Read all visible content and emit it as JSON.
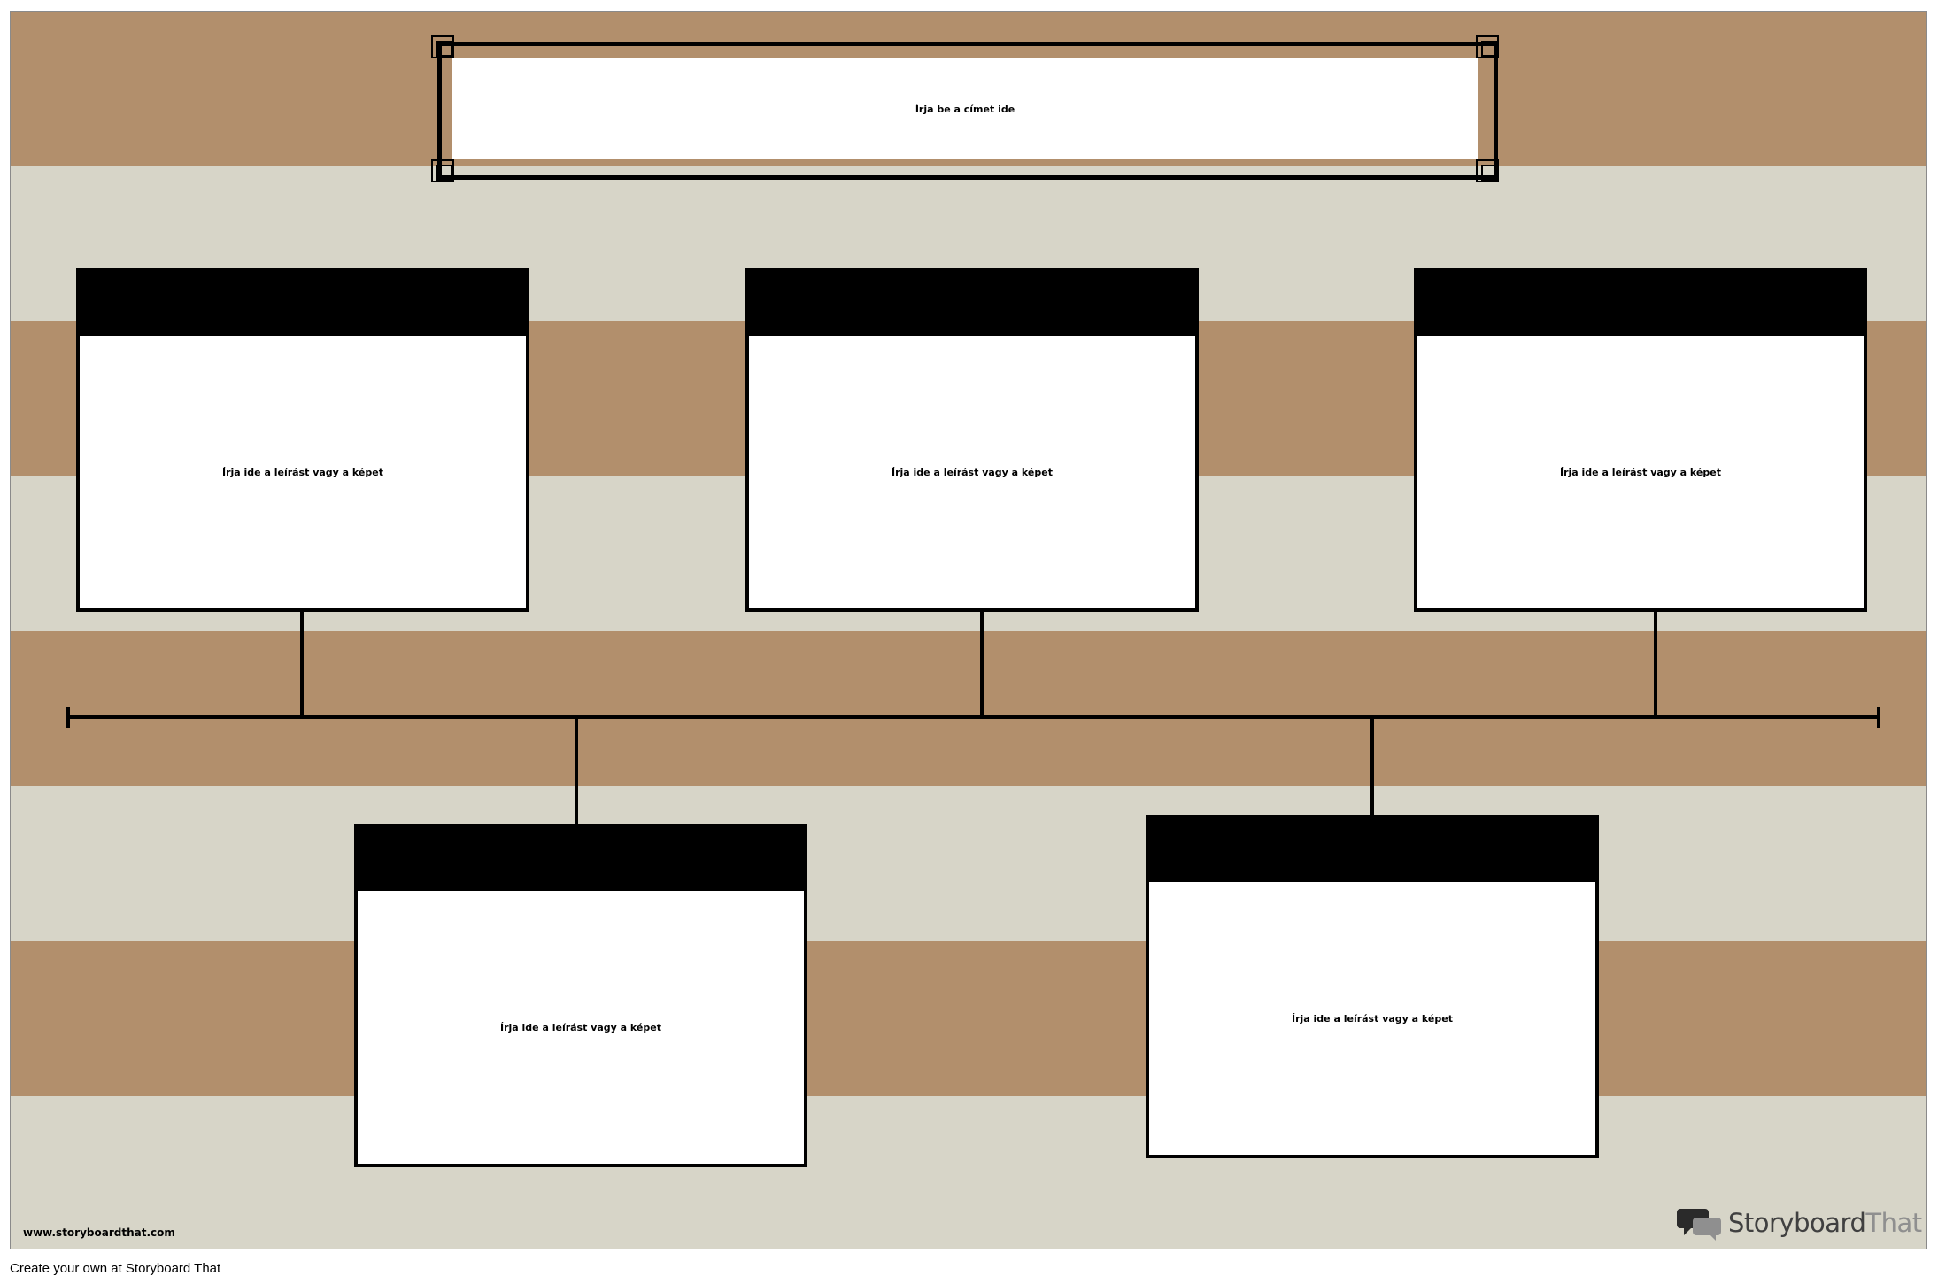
{
  "title_placeholder": "Írja be a címet ide",
  "cards": [
    {
      "text": "Írja ide a leírást vagy a képet"
    },
    {
      "text": "Írja ide a leírást vagy a képet"
    },
    {
      "text": "Írja ide a leírást vagy a képet"
    },
    {
      "text": "Írja ide a leírást vagy a képet"
    },
    {
      "text": "Írja ide a leírást vagy a képet"
    }
  ],
  "watermark": {
    "url": "www.storyboardthat.com",
    "brand_name": "Storyboard",
    "brand_suffix": "That"
  },
  "footer_text": "Create your own at Storyboard That",
  "colors": {
    "stripe_tan": "#b28f6c",
    "stripe_gray": "#d7d5c8",
    "ink": "#000000",
    "card_bg": "#ffffff"
  },
  "icons": [
    "storyboardthat-logo-icon"
  ]
}
